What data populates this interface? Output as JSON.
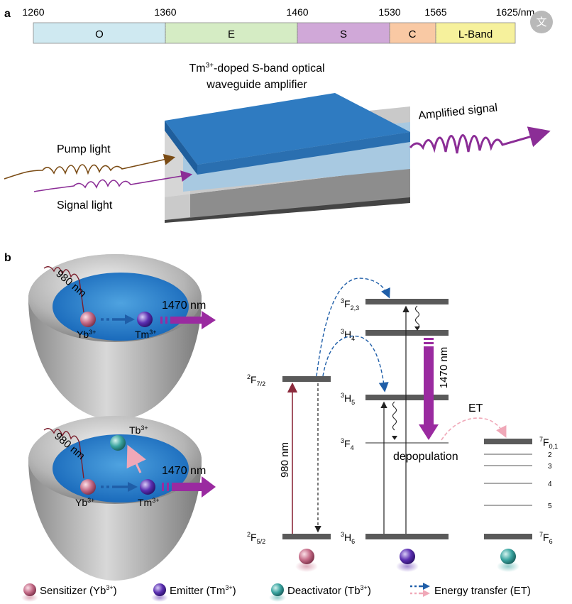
{
  "panel_a": {
    "label": "a",
    "wavelength_ticks": [
      "1260",
      "1360",
      "1460",
      "1530",
      "1565",
      "1625/nm"
    ],
    "bands": [
      {
        "name": "O",
        "color": "#cfe9f1"
      },
      {
        "name": "E",
        "color": "#d5ecc4"
      },
      {
        "name": "S",
        "color": "#d0a8d8"
      },
      {
        "name": "C",
        "color": "#f9c9a4"
      },
      {
        "name": "L-Band",
        "color": "#f6f19c"
      }
    ],
    "title_line1_pre": "Tm",
    "title_line1_sup": "3+",
    "title_line1_post": "-doped S-band optical",
    "title_line2": "waveguide amplifier",
    "pump_label": "Pump light",
    "signal_label": "Signal light",
    "amplified_label": "Amplified signal",
    "colors": {
      "pump": "#7a4b14",
      "signal": "#8b2d96",
      "waveguide_top": "#2f7bc1",
      "core": "#a6c8e0"
    }
  },
  "panel_b": {
    "label": "b",
    "sphere1": {
      "excitation": "980 nm",
      "emission": "1470 nm",
      "ion1": "Yb",
      "ion1_sup": "3+",
      "ion2": "Tm",
      "ion2_sup": "3+"
    },
    "sphere2": {
      "excitation": "980 nm",
      "emission": "1470 nm",
      "ion1": "Yb",
      "ion1_sup": "3+",
      "ion2": "Tm",
      "ion2_sup": "3+",
      "ion3": "Tb",
      "ion3_sup": "3+"
    },
    "levels_yb": {
      "upper_l": "2",
      "upper_main": "F",
      "upper_sub": "7/2",
      "lower_l": "2",
      "lower_main": "F",
      "lower_sub": "5/2"
    },
    "levels_tm": [
      {
        "l": "3",
        "main": "F",
        "sub": "2,3"
      },
      {
        "l": "3",
        "main": "H",
        "sub": "4"
      },
      {
        "l": "3",
        "main": "H",
        "sub": "5"
      },
      {
        "l": "3",
        "main": "F",
        "sub": "4"
      },
      {
        "l": "3",
        "main": "H",
        "sub": "6"
      }
    ],
    "levels_tb": {
      "upper_l": "7",
      "upper_main": "F",
      "upper_sub": "0,1",
      "lower_l": "7",
      "lower_main": "F",
      "lower_sub": "6",
      "sublevels": [
        "2",
        "3",
        "4",
        "5"
      ]
    },
    "arrow_980": "980 nm",
    "arrow_1470": "1470 nm",
    "et_label": "ET",
    "depop_label": "depopulation"
  },
  "legend": {
    "sensitizer": "Sensitizer (Yb",
    "emitter": "Emitter (Tm",
    "deactivator": "Deactivator  (Tb",
    "ion_sup": "3+",
    "close": ")",
    "energy_transfer": "Energy transfer (ET)"
  },
  "corner_glyph": "文",
  "colors": {
    "sensitizer": "#c46b87",
    "emitter": "#5b2fb1",
    "deactivator": "#3aa4a0",
    "et_blue": "#1f5ea8",
    "et_pink": "#f0a8b8",
    "purple_arrow": "#9a2aa0",
    "yb_arrow": "#8c2a3c",
    "level": "#5a5a5a"
  }
}
